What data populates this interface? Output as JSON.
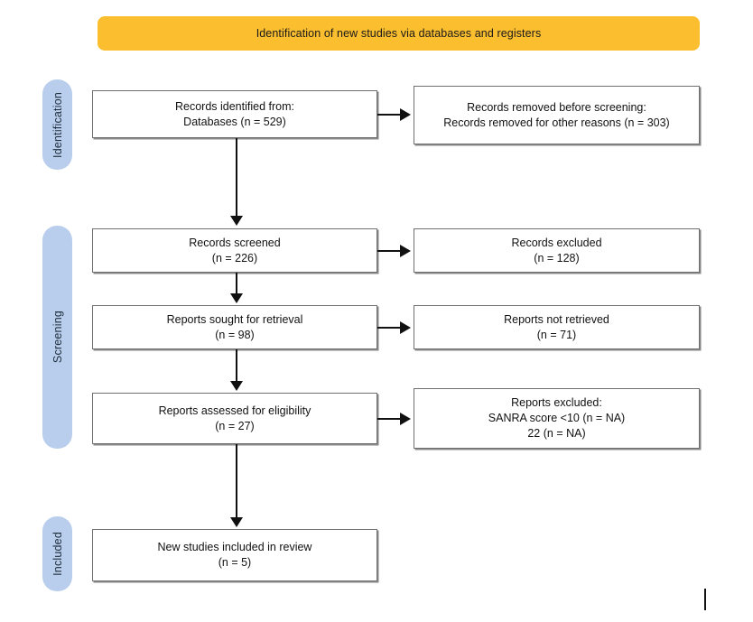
{
  "diagram": {
    "title": "Identification of new studies via databases and registers",
    "accent_color": "#fbbe2e",
    "stage_color": "#b9ceec",
    "box_border_color": "#6f6f6f"
  },
  "stages": [
    {
      "id": "identification",
      "label": "Identification"
    },
    {
      "id": "screening",
      "label": "Screening"
    },
    {
      "id": "included",
      "label": "Included"
    }
  ],
  "boxes": {
    "identified": "Records identified from:\nDatabases (n = 529)",
    "removed": "Records removed before screening:\nRecords removed for other reasons (n = 303)",
    "screened": "Records screened\n(n = 226)",
    "excluded": "Records excluded\n(n = 128)",
    "sought": "Reports sought for retrieval\n(n = 98)",
    "not_retrieved": "Reports not retrieved\n(n = 71)",
    "assessed": "Reports assessed for eligibility\n(n = 27)",
    "reports_excluded": "Reports excluded:\nSANRA score <10 (n = NA)\n22 (n = NA)",
    "included": "New studies included in review\n(n = 5)"
  },
  "chart_data": {
    "type": "diagram",
    "title": "Identification of new studies via databases and registers",
    "nodes": [
      {
        "id": "identified",
        "stage": "Identification",
        "column": "left",
        "label": "Records identified from: Databases",
        "n": 529
      },
      {
        "id": "removed",
        "stage": "Identification",
        "column": "right",
        "label": "Records removed before screening: Records removed for other reasons",
        "n": 303
      },
      {
        "id": "screened",
        "stage": "Screening",
        "column": "left",
        "label": "Records screened",
        "n": 226
      },
      {
        "id": "excluded",
        "stage": "Screening",
        "column": "right",
        "label": "Records excluded",
        "n": 128
      },
      {
        "id": "sought",
        "stage": "Screening",
        "column": "left",
        "label": "Reports sought for retrieval",
        "n": 98
      },
      {
        "id": "not_retrieved",
        "stage": "Screening",
        "column": "right",
        "label": "Reports not retrieved",
        "n": 71
      },
      {
        "id": "assessed",
        "stage": "Screening",
        "column": "left",
        "label": "Reports assessed for eligibility",
        "n": 27
      },
      {
        "id": "reports_excluded",
        "stage": "Screening",
        "column": "right",
        "label": "Reports excluded: SANRA score <10 / 22",
        "n": "NA"
      },
      {
        "id": "included",
        "stage": "Included",
        "column": "left",
        "label": "New studies included in review",
        "n": 5
      }
    ],
    "edges": [
      {
        "from": "identified",
        "to": "removed",
        "direction": "right"
      },
      {
        "from": "identified",
        "to": "screened",
        "direction": "down"
      },
      {
        "from": "screened",
        "to": "excluded",
        "direction": "right"
      },
      {
        "from": "screened",
        "to": "sought",
        "direction": "down"
      },
      {
        "from": "sought",
        "to": "not_retrieved",
        "direction": "right"
      },
      {
        "from": "sought",
        "to": "assessed",
        "direction": "down"
      },
      {
        "from": "assessed",
        "to": "reports_excluded",
        "direction": "right"
      },
      {
        "from": "assessed",
        "to": "included",
        "direction": "down"
      }
    ]
  }
}
